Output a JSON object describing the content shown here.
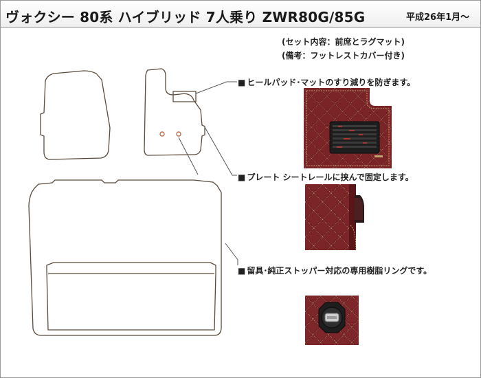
{
  "header": {
    "title": "ヴォクシー 80系 ハイブリッド 7人乗り ZWR80G/85G",
    "date": "平成26年1月～"
  },
  "notes": {
    "set_contents": "(セット内容：前席とラグマット)",
    "remarks": "(備考：フットレストカバー付き)"
  },
  "features": [
    {
      "bullet": "■",
      "text": "ヒールパッド･マットのすり減りを防ぎます。"
    },
    {
      "bullet": "■",
      "text": "プレート シートレールに挟んで固定します。"
    },
    {
      "bullet": "■",
      "text": "留具･純正ストッパー対応の専用樹脂リングです。"
    }
  ],
  "photos": [
    {
      "name": "heel-pad-photo",
      "content": "Burgundy quilted leather mat with black heel pad"
    },
    {
      "name": "plate-photo",
      "content": "Burgundy quilted leather mat edge with rail plate"
    },
    {
      "name": "ring-photo",
      "content": "Resin fastener ring on quilted mat"
    }
  ],
  "colors": {
    "mat_burgundy": "#6e1c20",
    "stitch": "#d8c48a",
    "outline": "#5a4a3a",
    "leader_line": "#555555",
    "text": "#222222"
  }
}
